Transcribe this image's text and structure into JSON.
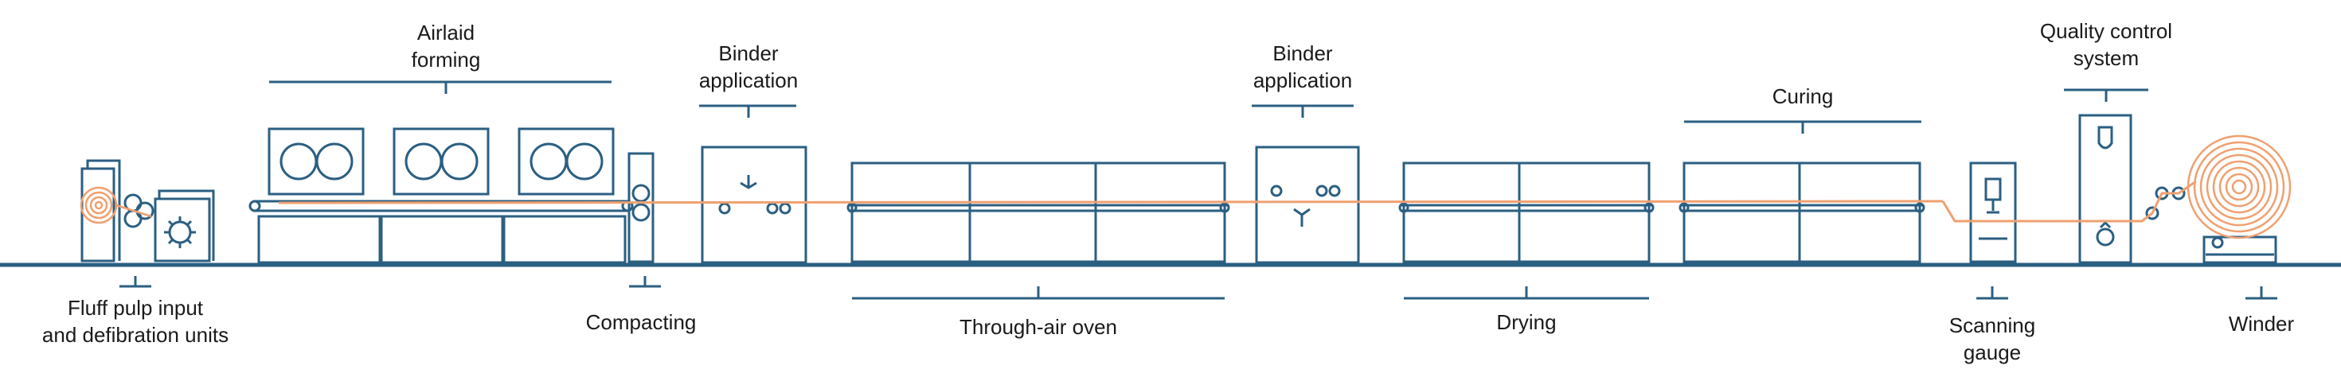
{
  "colors": {
    "line": "#2b5f82",
    "web": "#f0a070",
    "text": "#1a1a1a",
    "background": "#ffffff"
  },
  "labels": {
    "fluff_pulp": [
      "Fluff pulp input",
      "and defibration units"
    ],
    "airlaid_forming": [
      "Airlaid",
      "forming"
    ],
    "compacting": [
      "Compacting"
    ],
    "binder_1": [
      "Binder",
      "application"
    ],
    "through_air_oven": [
      "Through-air oven"
    ],
    "binder_2": [
      "Binder",
      "application"
    ],
    "drying": [
      "Drying"
    ],
    "curing": [
      "Curing"
    ],
    "scanning_gauge": [
      "Scanning",
      "gauge"
    ],
    "quality_control": [
      "Quality control",
      "system"
    ],
    "winder": [
      "Winder"
    ]
  }
}
